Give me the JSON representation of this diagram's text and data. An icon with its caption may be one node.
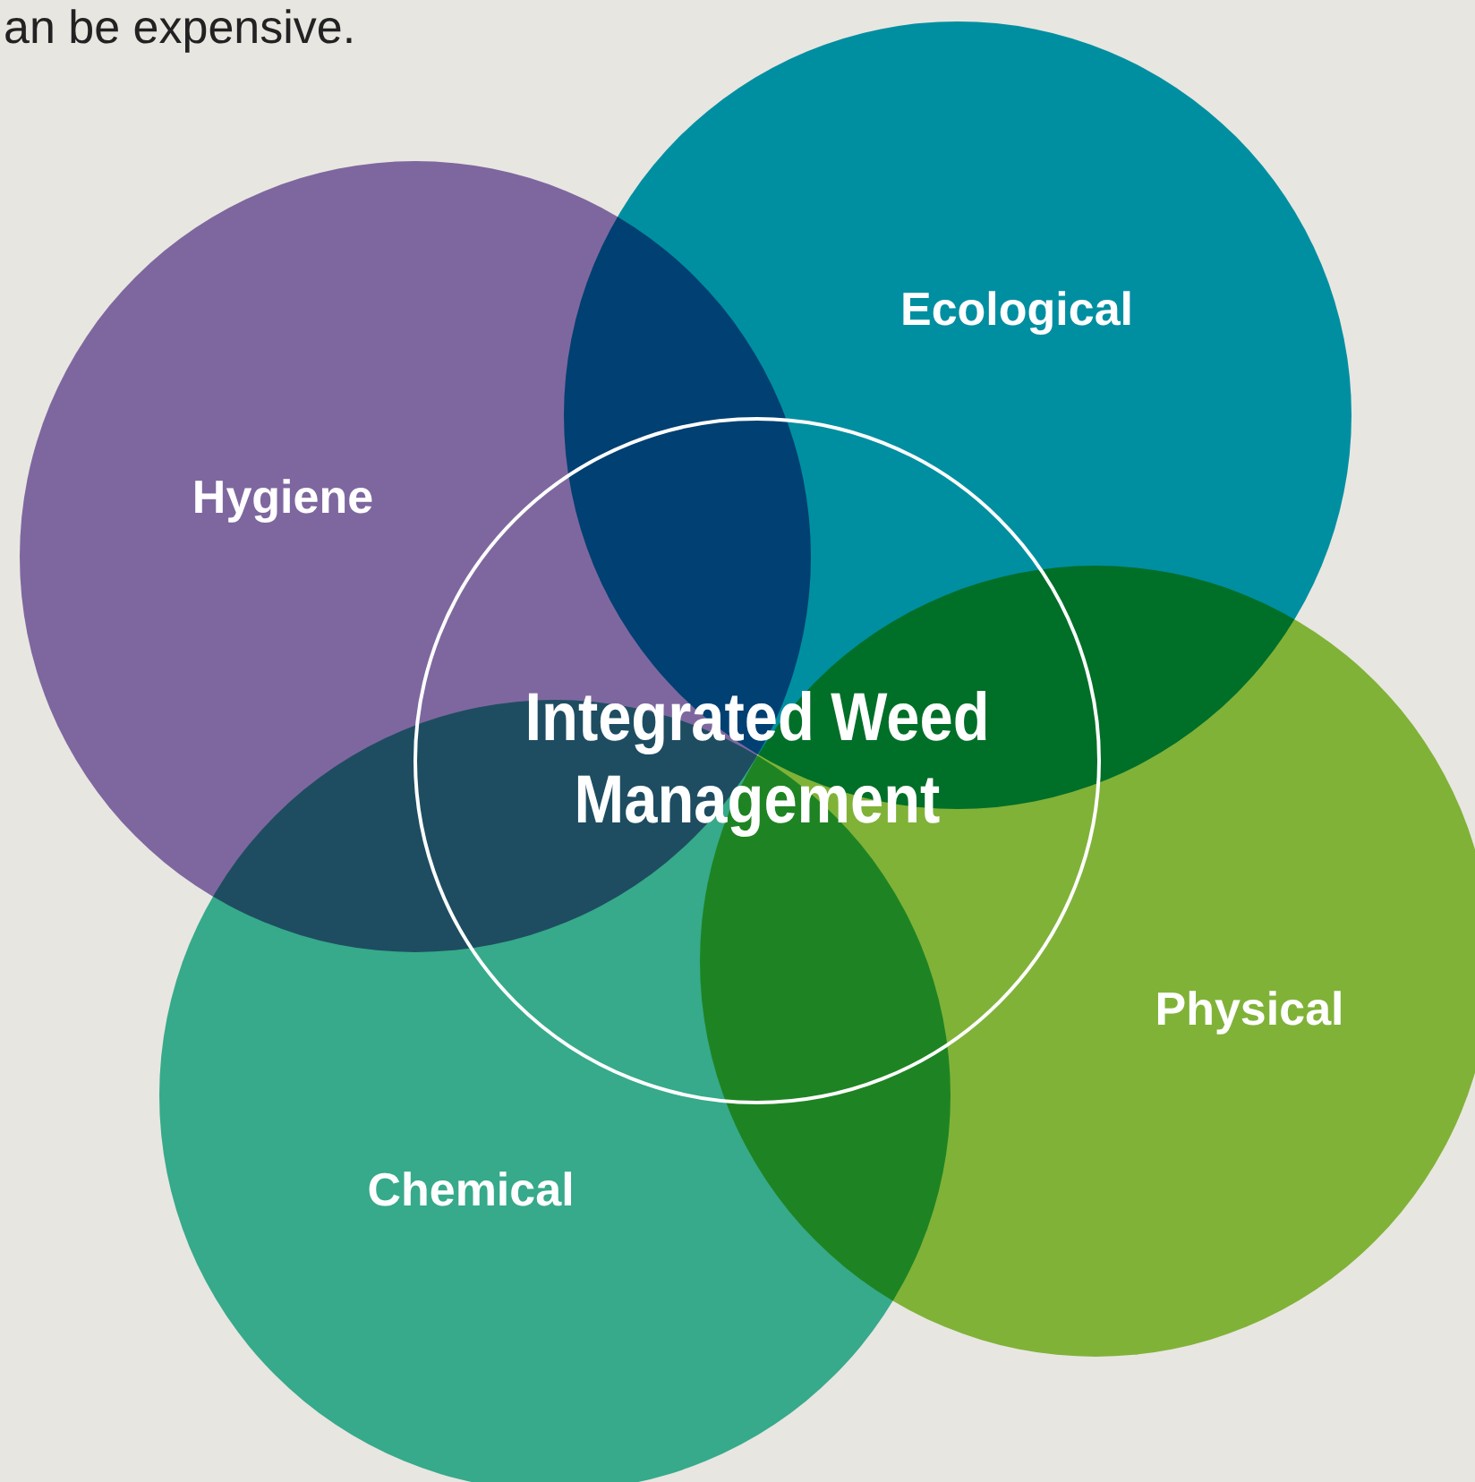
{
  "diagram": {
    "nodes": [
      {
        "text": [
          "Hygiene"
        ]
      },
      {
        "text": [
          "Ecological"
        ]
      },
      {
        "text": [
          "Physical"
        ]
      },
      {
        "text": [
          "Chemical"
        ]
      },
      {
        "text": [
          "Integrated Weed Management"
        ]
      }
    ],
    "labels": [
      "an be expensive."
    ]
  }
}
